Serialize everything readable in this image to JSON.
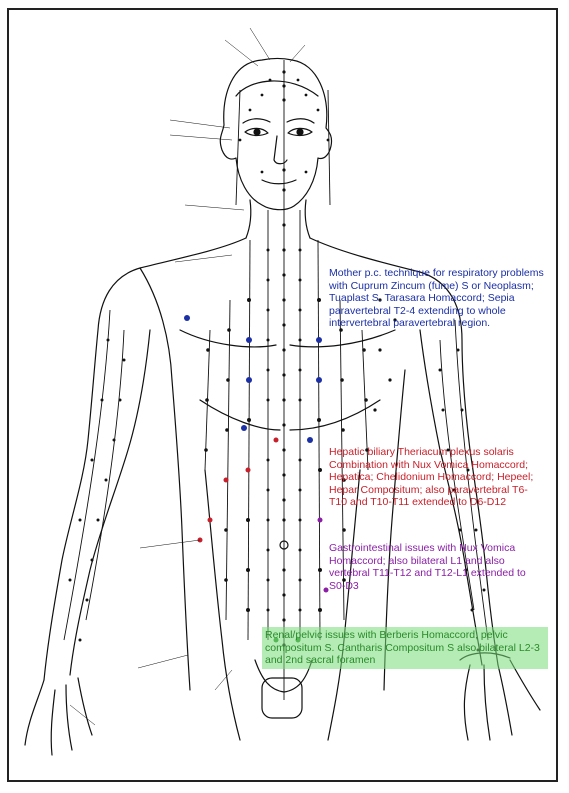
{
  "annotations": {
    "blue": "Mother p.c. technique for respiratory problems with Cuprum Zincum (fume) S or Neoplasm; Tuaplast S. Tarasara Homaccord; Sepia paravertebral T2-4 extending to whole intervertebral paravertebral region.",
    "red": "Hepatic biliary Theriacum plexus solaris Combination with Nux Vomica Homaccord; Hepatica; Chelidonium Homaccord; Hepeel; Hepar Compositum; also paravertebral T6-T10 and T10-T11 extended to D6-D12",
    "purple": "Gastrointestinal issues with Nux Vomica Homaccord; also bilateral L1 and also vertebral T11-T12 and T12-L1 extended to S0-D3",
    "green": "Renal/pelvic issues with Berberis Homaccord; pelvic compositum S. Cantharis Compositum S also bilateral L2-3 and 2nd sacral foramen"
  },
  "colors": {
    "blue": "#1b2fa6",
    "red": "#c8202a",
    "purple": "#8a1fa6",
    "green": "#2a8a2a",
    "green_highlight": "#7cdc7c"
  }
}
